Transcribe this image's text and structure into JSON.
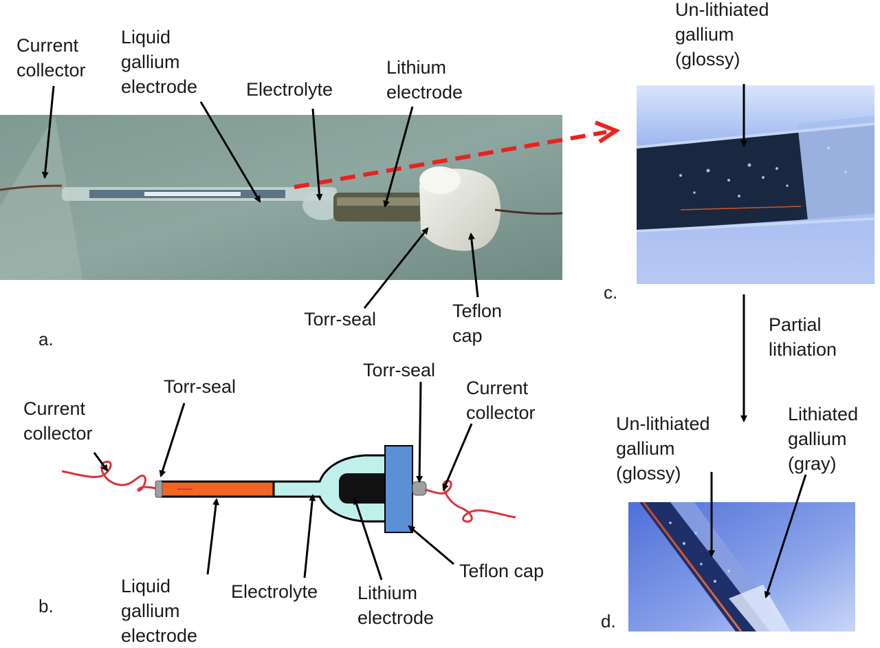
{
  "panel_letters": {
    "a": "a.",
    "b": "b.",
    "c": "c.",
    "d": "d."
  },
  "photo_a": {
    "current_collector": [
      "Current",
      "collector"
    ],
    "liquid_gallium": [
      "Liquid",
      "gallium",
      "electrode"
    ],
    "electrolyte": "Electrolyte",
    "lithium_electrode": [
      "Lithium",
      "electrode"
    ],
    "torr_seal": "Torr-seal",
    "teflon_cap": [
      "Teflon",
      "cap"
    ]
  },
  "schematic_b": {
    "torr_seal_left": "Torr-seal",
    "torr_seal_right": "Torr-seal",
    "current_collector_left": [
      "Current",
      "collector"
    ],
    "current_collector_right": [
      "Current",
      "collector"
    ],
    "liquid_gallium": [
      "Liquid",
      "gallium",
      "electrode"
    ],
    "electrolyte": "Electrolyte",
    "lithium_electrode": [
      "Lithium",
      "electrode"
    ],
    "teflon_cap": "Teflon cap"
  },
  "micro_c": {
    "unlithiated": [
      "Un-lithiated",
      "gallium",
      "(glossy)"
    ]
  },
  "transition": [
    "Partial",
    "lithiation"
  ],
  "micro_d": {
    "unlithiated": [
      "Un-lithiated",
      "gallium",
      "(glossy)"
    ],
    "lithiated": [
      "Lithiated",
      "gallium",
      "(gray)"
    ]
  },
  "colors": {
    "gallium_fill": "#f26522",
    "electrolyte_fill": "#bff0ec",
    "lithium_fill": "#111111",
    "teflon_fill": "#5b8fd6",
    "wire": "#d9333f",
    "dashed_arrow": "#e8231f"
  }
}
